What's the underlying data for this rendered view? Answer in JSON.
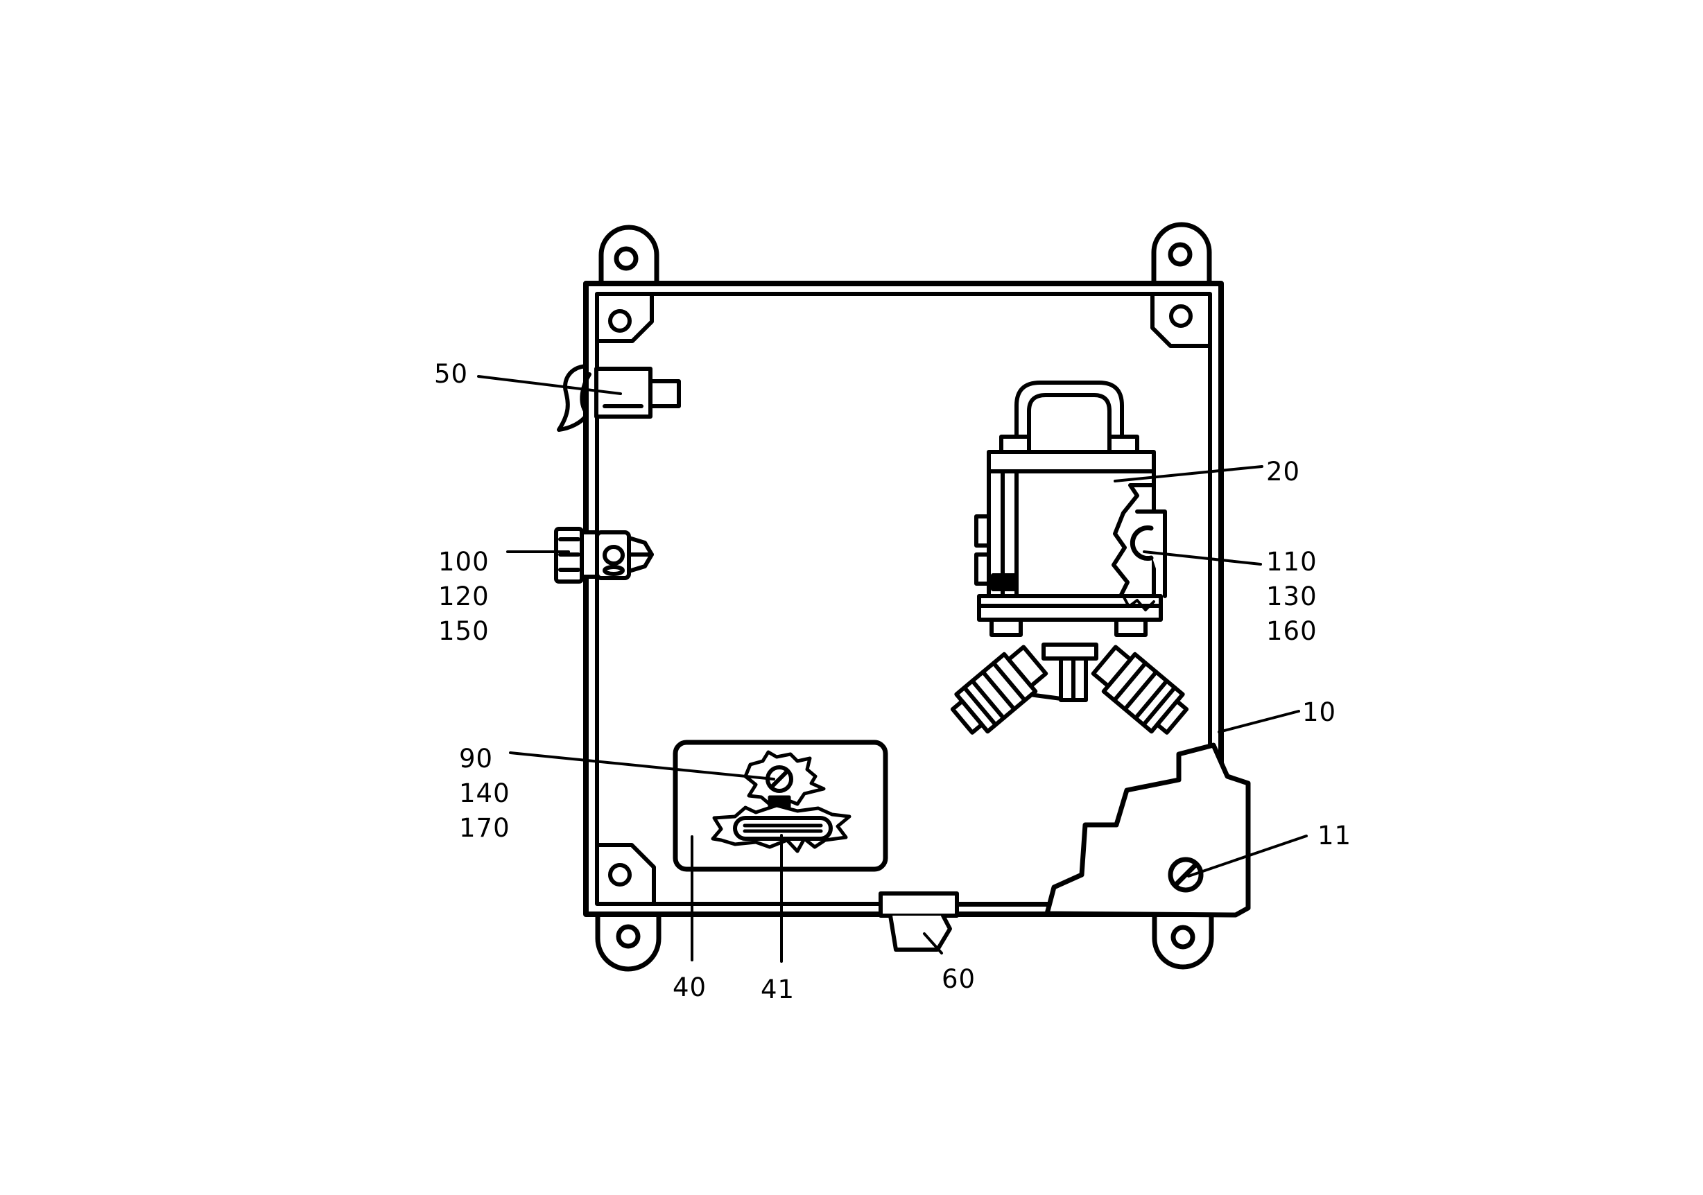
{
  "diagram": {
    "labels": {
      "l50": "50",
      "l20": "20",
      "l100": "100",
      "l120": "120",
      "l150": "150",
      "l110": "110",
      "l130": "130",
      "l160": "160",
      "l10": "10",
      "l90": "90",
      "l140": "140",
      "l170": "170",
      "l11": "11",
      "l40": "40",
      "l41": "41",
      "l60": "60"
    }
  }
}
